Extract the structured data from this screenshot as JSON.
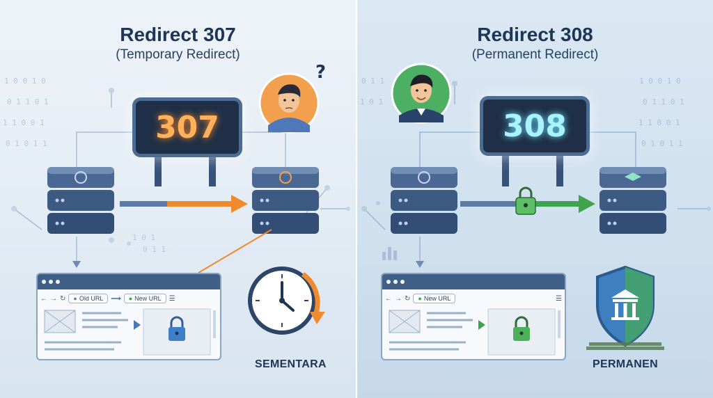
{
  "left": {
    "title": "Redirect 307",
    "subtitle": "(Temporary Redirect)",
    "code": "307",
    "old_url": "Old URL",
    "new_url": "New URL",
    "label": "SEMENTARA"
  },
  "right": {
    "title": "Redirect 308",
    "subtitle": "(Permanent Redirect)",
    "code": "308",
    "new_url": "New URL",
    "label": "PERMANEN"
  },
  "colors": {
    "temporary_accent": "#f08a2e",
    "permanent_accent": "#3fa34d",
    "title_text": "#1e3556"
  }
}
